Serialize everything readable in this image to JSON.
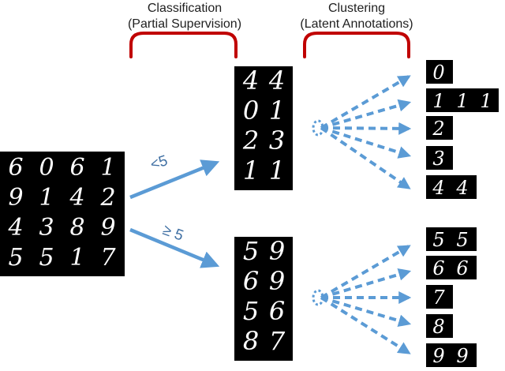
{
  "headers": {
    "classification": {
      "line1": "Classification",
      "line2": "(Partial Supervision)"
    },
    "clustering": {
      "line1": "Clustering",
      "line2": "(Latent Annotations)"
    }
  },
  "input_grid": [
    [
      "6",
      "0",
      "6",
      "1"
    ],
    [
      "9",
      "1",
      "4",
      "2"
    ],
    [
      "4",
      "3",
      "8",
      "9"
    ],
    [
      "5",
      "5",
      "1",
      "7"
    ]
  ],
  "upper_branch": {
    "label": "<5",
    "grid": [
      [
        "4",
        "4"
      ],
      [
        "0",
        "1"
      ],
      [
        "2",
        "3"
      ],
      [
        "1",
        "1"
      ]
    ],
    "clusters": [
      [
        "0"
      ],
      [
        "1",
        "1",
        "1"
      ],
      [
        "2"
      ],
      [
        "3"
      ],
      [
        "4",
        "4"
      ]
    ]
  },
  "lower_branch": {
    "label": "≥ 5",
    "grid": [
      [
        "5",
        "9"
      ],
      [
        "6",
        "9"
      ],
      [
        "5",
        "6"
      ],
      [
        "8",
        "7"
      ]
    ],
    "clusters": [
      [
        "5",
        "5"
      ],
      [
        "6",
        "6"
      ],
      [
        "7"
      ],
      [
        "8"
      ],
      [
        "9",
        "9"
      ]
    ]
  },
  "colors": {
    "arrow": "#5b9bd5",
    "bracket": "#c00000",
    "tile": "#000000",
    "digit": "#ffffff",
    "label": "#3f6fa3"
  }
}
